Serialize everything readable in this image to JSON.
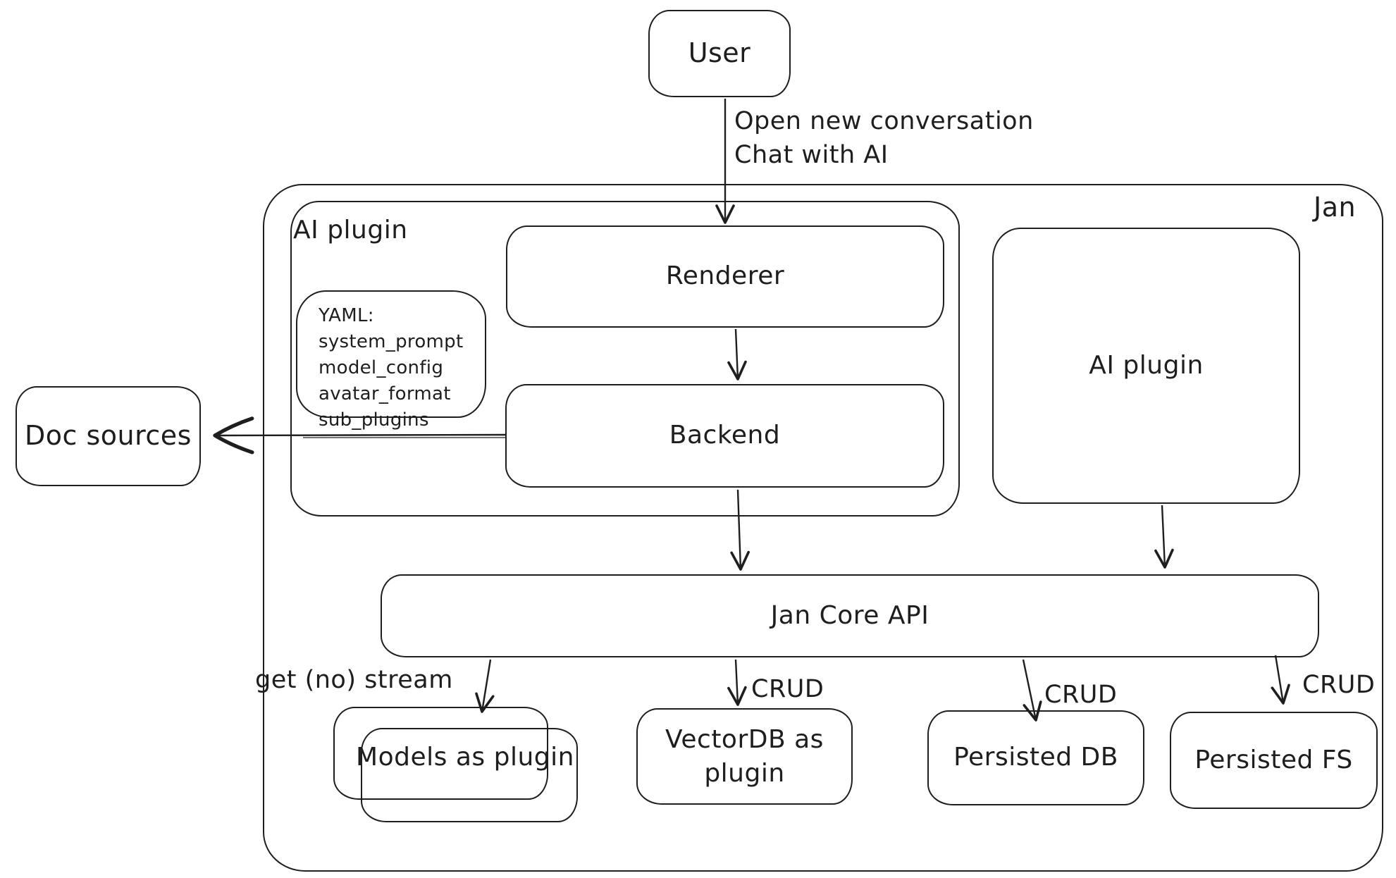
{
  "colors": {
    "stroke": "#1e1e1e",
    "background": "#ffffff"
  },
  "nodes": {
    "user": {
      "label": "User"
    },
    "jan_container": {
      "label": "Jan"
    },
    "ai_plugin_container": {
      "label": "AI plugin"
    },
    "renderer": {
      "label": "Renderer"
    },
    "backend": {
      "label": "Backend"
    },
    "yaml_note": {
      "lines": [
        "YAML:",
        "system_prompt",
        "model_config",
        "avatar_format",
        "sub_plugins"
      ]
    },
    "ai_plugin_right": {
      "label": "AI plugin"
    },
    "doc_sources": {
      "label": "Doc sources"
    },
    "jan_core_api": {
      "label": "Jan Core API"
    },
    "models_as_plugin": {
      "label": "Models as plugin"
    },
    "vectordb_as_plugin": {
      "label": "VectorDB as plugin"
    },
    "persisted_db": {
      "label": "Persisted DB"
    },
    "persisted_fs": {
      "label": "Persisted FS"
    }
  },
  "edges": [
    {
      "from": "user",
      "to": "renderer",
      "labels": [
        "Open new conversation",
        "Chat with AI"
      ]
    },
    {
      "from": "renderer",
      "to": "backend"
    },
    {
      "from": "backend",
      "to": "doc_sources"
    },
    {
      "from": "backend",
      "to": "jan_core_api"
    },
    {
      "from": "ai_plugin_right",
      "to": "jan_core_api"
    },
    {
      "from": "jan_core_api",
      "to": "models_as_plugin",
      "label": "get (no) stream"
    },
    {
      "from": "jan_core_api",
      "to": "vectordb_as_plugin",
      "label": "CRUD"
    },
    {
      "from": "jan_core_api",
      "to": "persisted_db",
      "label": "CRUD"
    },
    {
      "from": "jan_core_api",
      "to": "persisted_fs",
      "label": "CRUD"
    }
  ]
}
